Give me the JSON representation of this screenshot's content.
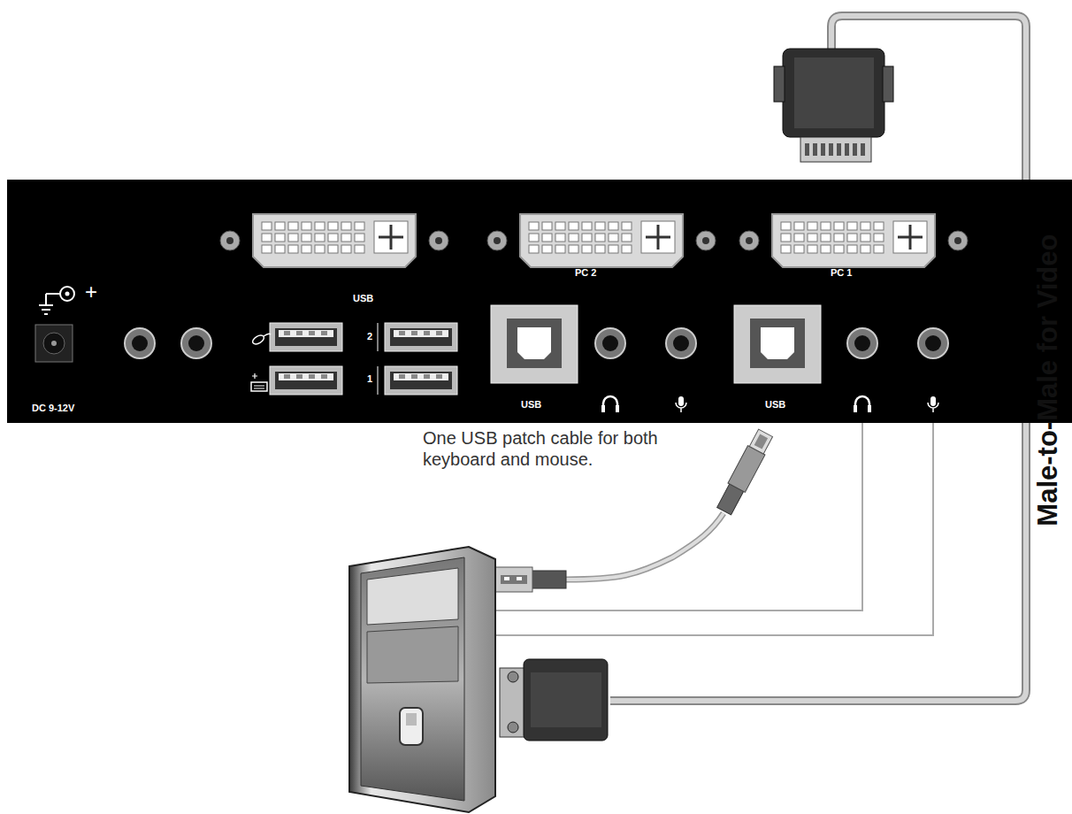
{
  "diagram": {
    "labels": [
      "+",
      "USB",
      "PC 2",
      "PC 1",
      "2",
      "1",
      "DC 9-12V",
      "USB",
      "USB",
      "One USB patch cable for both keyboard and mouse.",
      "Male-to-Male for Video"
    ]
  }
}
